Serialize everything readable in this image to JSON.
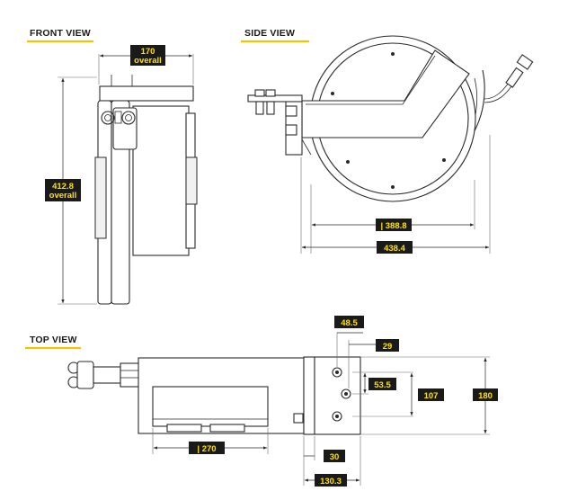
{
  "views": {
    "front": "FRONT VIEW",
    "side": "SIDE VIEW",
    "top": "TOP VIEW"
  },
  "dimensions": {
    "front_width": [
      "170",
      "overall"
    ],
    "front_height": [
      "412.8",
      "overall"
    ],
    "side_inner": "| 388.8",
    "side_outer": "438.4",
    "top_48": "48.5",
    "top_29": "29",
    "top_53": "53.5",
    "top_107": "107",
    "top_180": "180",
    "top_270": "| 270",
    "top_30": "30",
    "top_130": "130.3"
  },
  "colors": {
    "label_bg": "#1a1a1a",
    "label_text": "#ffe100",
    "title_underline": "#f5c400",
    "line": "#2a2a2a"
  }
}
